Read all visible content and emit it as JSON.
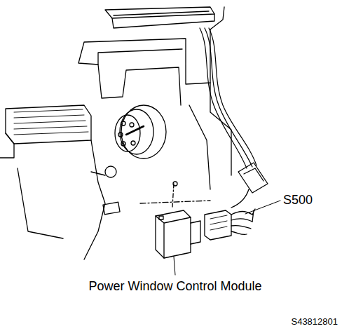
{
  "diagram": {
    "labels": [
      "S500",
      "Power Window Control Module",
      "S43812801"
    ]
  }
}
